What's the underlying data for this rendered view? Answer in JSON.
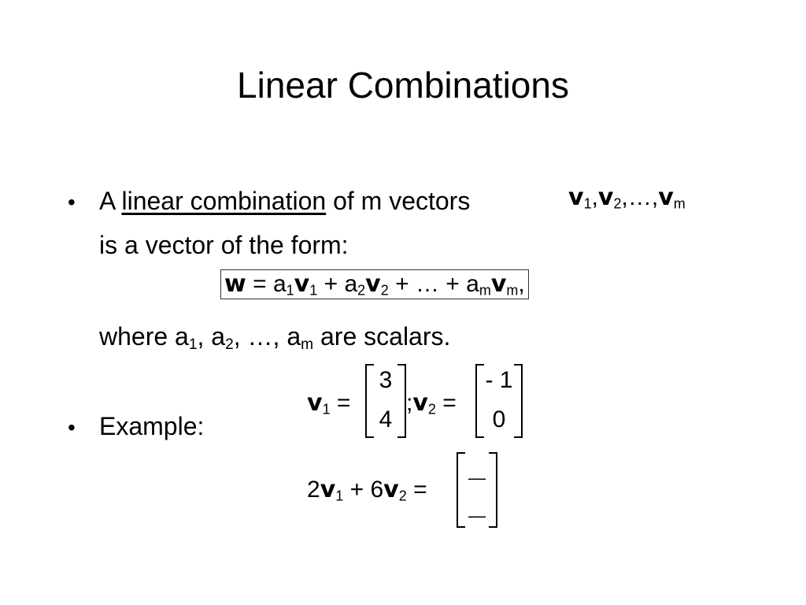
{
  "slide": {
    "title": "Linear Combinations",
    "bullets": [
      {
        "marker": "•",
        "prefix": "A ",
        "term": "linear combination",
        "suffix": " of m vectors",
        "vectors": {
          "v": "v",
          "s1": "1",
          "s2": "2",
          "ellipsis": "…",
          "sm": "m",
          "sep": ","
        },
        "line2": "is a vector of the form:",
        "formula": {
          "lhs": "w",
          "eq": "=",
          "a": "a",
          "v": "v",
          "i1": "1",
          "i2": "2",
          "im": "m",
          "plus": "+",
          "dots": "…",
          "trail": ","
        },
        "where": {
          "prefix": "where a",
          "s1": "1",
          "c1": ", a",
          "s2": "2",
          "c2": ", …, a",
          "sm": "m",
          "suffix": " are scalars."
        }
      },
      {
        "marker": "•",
        "label": "Example:",
        "definitions": {
          "v": "v",
          "i1": "1",
          "i2": "2",
          "eq": "=",
          "sep": ";",
          "v1": [
            "3",
            "4"
          ],
          "v2": [
            "- 1",
            "0"
          ]
        },
        "combination": {
          "c1": "2",
          "c2": "6",
          "v": "v",
          "i1": "1",
          "i2": "2",
          "plus": "+",
          "eq": "=",
          "result": [
            "—",
            "—"
          ]
        }
      }
    ]
  }
}
